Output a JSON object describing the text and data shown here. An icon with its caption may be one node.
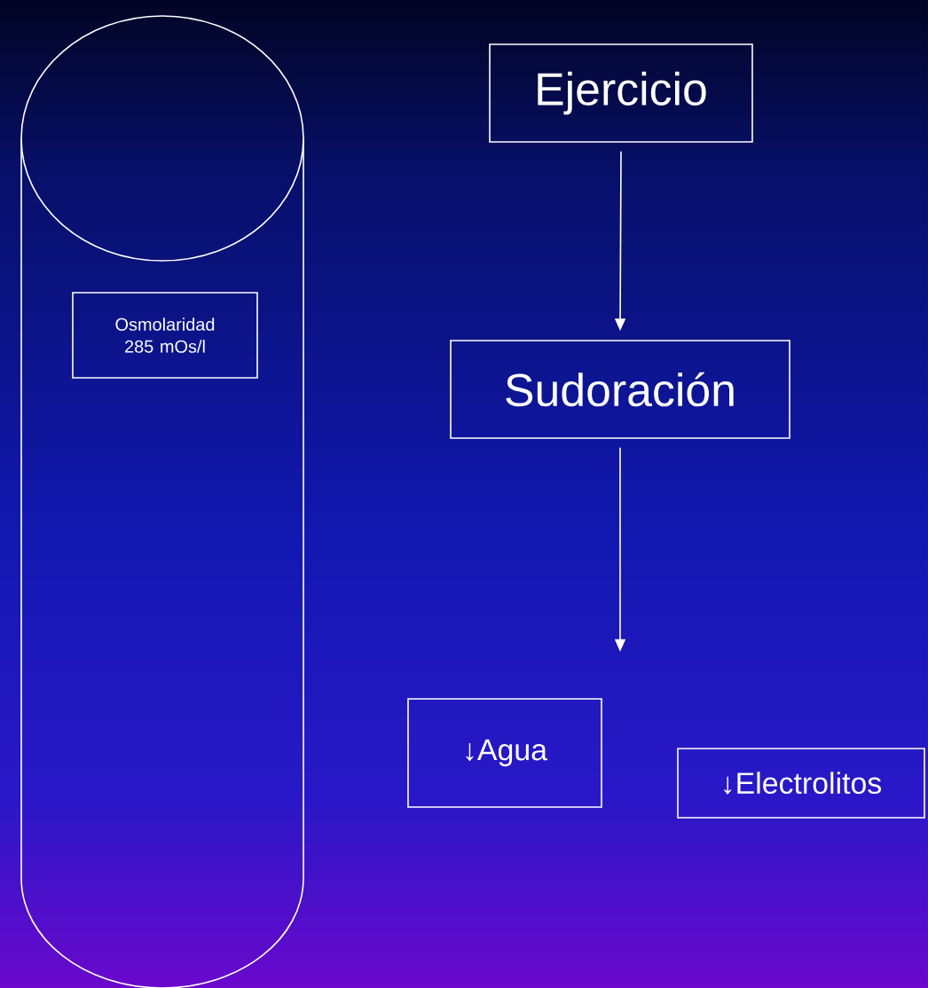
{
  "diagram": {
    "nodes": [
      {
        "text": [],
        "shape": "cylinder"
      },
      {
        "text": [
          "Osmolaridad 285 mOs/l"
        ],
        "in": 0
      },
      {
        "text": [
          "Ejercicio"
        ]
      },
      {
        "text": [
          "Sudoración"
        ]
      },
      {
        "text": [
          "↓Agua"
        ]
      },
      {
        "text": [
          "↓Electrolitos"
        ]
      }
    ],
    "edges": [
      {
        "from": 2,
        "to": 3,
        "arrow": "to"
      },
      {
        "from": 3,
        "to": null,
        "arrow": "to"
      }
    ]
  }
}
